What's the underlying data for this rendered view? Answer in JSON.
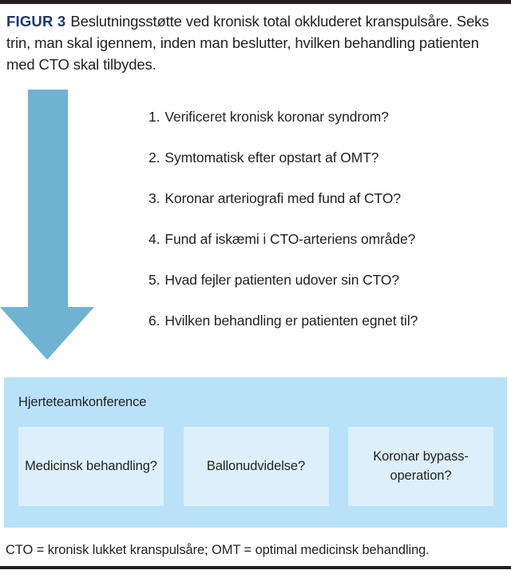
{
  "figure": {
    "label": "FIGUR 3",
    "caption": "Beslutningsstøtte ved kronisk total okkluderet kranspulsåre. Seks trin, man skal igennem, inden man beslutter, hvilken behandling patienten med CTO skal tilbydes.",
    "footnote": "CTO = kronisk lukket kranspulsåre; OMT = optimal medicinsk behandling."
  },
  "colors": {
    "label_blue": "#1b3a6b",
    "arrow_blue": "#6fb2d2",
    "panel_blue": "#b9e2f8",
    "box_blue": "#dceffa",
    "rule_dark": "#231f20",
    "text": "#231f20"
  },
  "arrow": {
    "icon": "down-arrow-icon",
    "direction": "down"
  },
  "steps": [
    {
      "num": "1.",
      "text": "Verificeret kronisk koronar syndrom?"
    },
    {
      "num": "2.",
      "text": "Symtomatisk efter opstart af OMT?"
    },
    {
      "num": "3.",
      "text": "Koronar arteriografi med fund af CTO?"
    },
    {
      "num": "4.",
      "text": "Fund af iskæmi i CTO-arteriens område?"
    },
    {
      "num": "5.",
      "text": "Hvad fejler patienten udover sin CTO?"
    },
    {
      "num": "6.",
      "text": "Hvilken behandling er patienten egnet til?"
    }
  ],
  "panel": {
    "title": "Hjerteteamkonference",
    "options": [
      {
        "label": "Medicinsk behandling?"
      },
      {
        "label": "Ballonudvidelse?"
      },
      {
        "label": "Koronar bypass-operation?"
      }
    ]
  }
}
